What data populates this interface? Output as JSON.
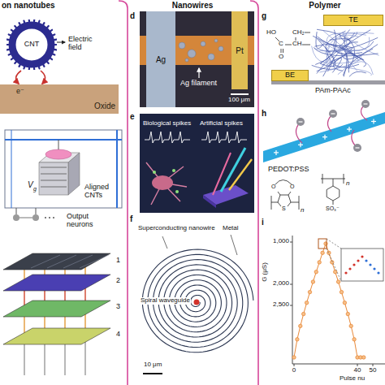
{
  "diagram": {
    "nodes": [
      {
        "text": [
          "CNT"
        ]
      },
      {
        "text": [
          "Oxide"
        ]
      },
      {
        "text": [
          "Ag"
        ]
      },
      {
        "text": [
          "Pt"
        ]
      },
      {
        "text": [
          "TE"
        ]
      },
      {
        "text": [
          "BE"
        ]
      }
    ],
    "labels": [
      "on nanotubes",
      "Nanowires",
      "Polymer",
      "Electric field",
      "e⁻",
      "V",
      "g",
      "Aligned CNTs",
      "Output neurons",
      "1",
      "2",
      "3",
      "4",
      "d",
      "Ag filament",
      "100 μm",
      "e",
      "Biological spikes",
      "Artificial spikes",
      "f",
      "Superconducting nanowire",
      "Metal",
      "Spiral waveguide",
      "10 μm",
      "g",
      "HO",
      "C",
      "CH₂",
      "CH",
      "O",
      "PAm-PAAc",
      "h",
      "PEDOT:PSS",
      "O",
      "O",
      "S",
      "n",
      "SO₃⁻",
      "n",
      "i",
      "G (μS)",
      "1,000",
      "2,000",
      "2,500",
      "0",
      "40",
      "50",
      "Pulse nu"
    ]
  }
}
